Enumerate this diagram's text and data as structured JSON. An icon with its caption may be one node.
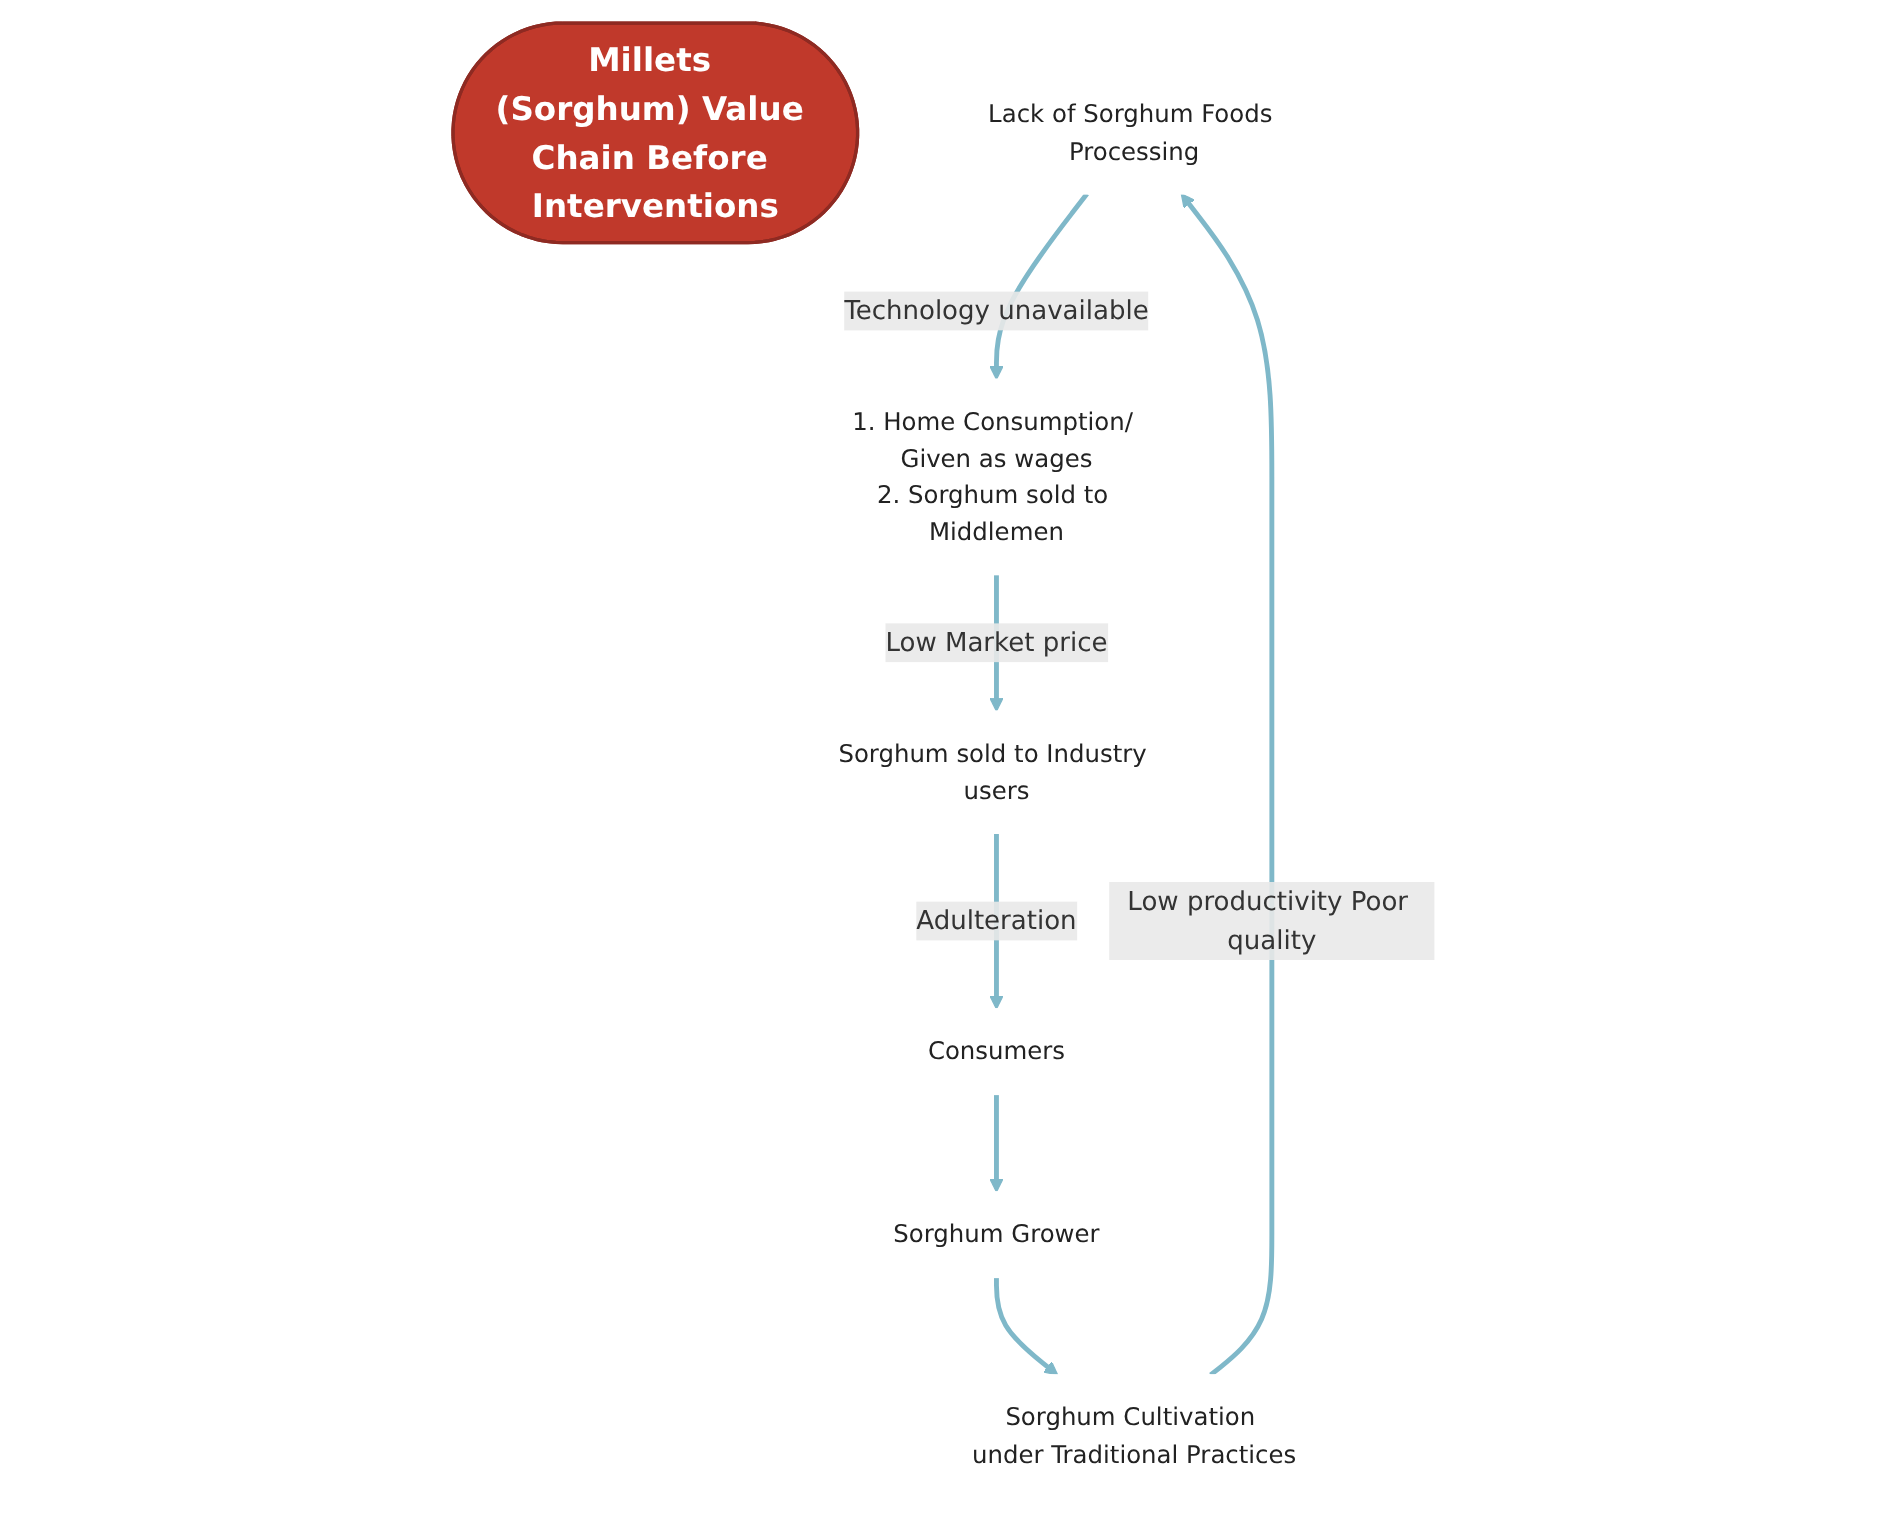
{
  "diagram": {
    "nodes": [
      {
        "text": [
          "Millets (Sorghum) Value Chain Before Interventions"
        ]
      },
      {
        "text": [
          "Lack of Sorghum Foods Processing"
        ]
      },
      {
        "text": [
          "1. Home Consumption/ Given as wages",
          "2. Sorghum sold to Middlemen"
        ]
      },
      {
        "text": [
          "Sorghum sold to Industry users"
        ]
      },
      {
        "text": [
          "Consumers"
        ]
      },
      {
        "text": [
          "Sorghum Grower"
        ]
      },
      {
        "text": [
          "Sorghum Cultivation under Traditional Practices"
        ]
      }
    ],
    "edges": [
      {
        "from": 1,
        "to": 2,
        "arrow": "to",
        "label": "Technology unavailable"
      },
      {
        "from": 2,
        "to": 3,
        "arrow": "to",
        "label": "Low Market price"
      },
      {
        "from": 3,
        "to": 4,
        "arrow": "to",
        "label": "Adulteration"
      },
      {
        "from": 4,
        "to": 5,
        "arrow": "to"
      },
      {
        "from": 5,
        "to": 6,
        "arrow": "to"
      },
      {
        "from": 6,
        "to": 1,
        "arrow": "to",
        "label": "Low productivity Poor quality"
      }
    ]
  }
}
